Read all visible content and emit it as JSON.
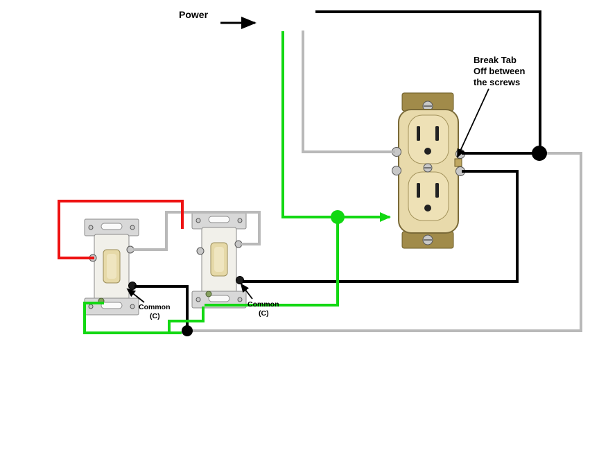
{
  "labels": {
    "power": "Power",
    "break_tab": [
      "Break Tab",
      "Off between",
      "the screws"
    ],
    "common_left": [
      "Common",
      "(C)"
    ],
    "common_right": [
      "Common",
      "(C)"
    ]
  },
  "colors": {
    "black": "#000000",
    "red": "#ee1111",
    "green": "#12d812",
    "gray": "#b9b9b9",
    "outlet_body": "#e8daab",
    "outlet_face": "#eee1b6",
    "outlet_strap": "#a18b4a",
    "switch_body": "#f1f0ea",
    "switch_toggle": "#e6d9a8"
  }
}
